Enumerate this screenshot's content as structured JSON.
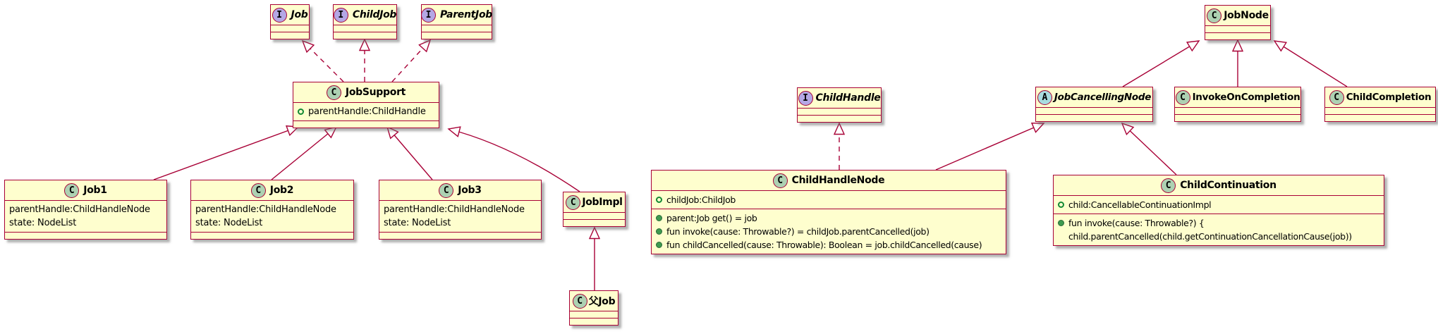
{
  "diagram": {
    "kind": "uml-class-diagram",
    "colors": {
      "box_fill": "#FEFECE",
      "box_border": "#A80036",
      "relation_line": "#A80036",
      "spot_class": "#ADD1B2",
      "spot_interface": "#B4A7E5",
      "spot_abstract": "#A9DCDF",
      "field_icon": "#128934",
      "method_icon": "#3E9A50"
    },
    "classes": {
      "job": {
        "kind": "I",
        "stereotype": "interface",
        "name": "Job"
      },
      "childjob": {
        "kind": "I",
        "stereotype": "interface",
        "name": "ChildJob"
      },
      "parentjob": {
        "kind": "I",
        "stereotype": "interface",
        "name": "ParentJob"
      },
      "jobnode": {
        "kind": "C",
        "stereotype": "class",
        "name": "JobNode"
      },
      "jobsupport": {
        "kind": "C",
        "stereotype": "class",
        "name": "JobSupport",
        "fields": [
          "parentHandle:ChildHandle"
        ]
      },
      "childhandle": {
        "kind": "I",
        "stereotype": "interface",
        "name": "ChildHandle"
      },
      "jobcancellingnode": {
        "kind": "A",
        "stereotype": "abstract",
        "name": "JobCancellingNode"
      },
      "invokeoncompletion": {
        "kind": "C",
        "stereotype": "class",
        "name": "InvokeOnCompletion"
      },
      "childcompletion": {
        "kind": "C",
        "stereotype": "class",
        "name": "ChildCompletion"
      },
      "job1": {
        "kind": "C",
        "stereotype": "class",
        "name": "Job1",
        "fields": [
          "parentHandle:ChildHandleNode",
          "state: NodeList"
        ]
      },
      "job2": {
        "kind": "C",
        "stereotype": "class",
        "name": "Job2",
        "fields": [
          "parentHandle:ChildHandleNode",
          "state: NodeList"
        ]
      },
      "job3": {
        "kind": "C",
        "stereotype": "class",
        "name": "Job3",
        "fields": [
          "parentHandle:ChildHandleNode",
          "state: NodeList"
        ]
      },
      "jobimpl": {
        "kind": "C",
        "stereotype": "class",
        "name": "JobImpl"
      },
      "fujob": {
        "kind": "C",
        "stereotype": "class",
        "name": "父Job"
      },
      "childhandlenode": {
        "kind": "C",
        "stereotype": "class",
        "name": "ChildHandleNode",
        "fields": [
          "childJob:ChildJob"
        ],
        "methods": [
          "parent:Job get() = job",
          "fun invoke(cause: Throwable?) = childJob.parentCancelled(job)",
          "fun childCancelled(cause: Throwable): Boolean = job.childCancelled(cause)"
        ]
      },
      "childcontinuation": {
        "kind": "C",
        "stereotype": "class",
        "name": "ChildContinuation",
        "fields": [
          "child:CancellableContinuationImpl"
        ],
        "methods": [
          "fun invoke(cause: Throwable?) {",
          "child.parentCancelled(child.getContinuationCancellationCause(job))"
        ]
      }
    },
    "relations": [
      {
        "from": "JobSupport",
        "to": "Job",
        "type": "implements"
      },
      {
        "from": "JobSupport",
        "to": "ChildJob",
        "type": "implements"
      },
      {
        "from": "JobSupport",
        "to": "ParentJob",
        "type": "implements"
      },
      {
        "from": "Job1",
        "to": "JobSupport",
        "type": "extends"
      },
      {
        "from": "Job2",
        "to": "JobSupport",
        "type": "extends"
      },
      {
        "from": "Job3",
        "to": "JobSupport",
        "type": "extends"
      },
      {
        "from": "JobImpl",
        "to": "JobSupport",
        "type": "extends"
      },
      {
        "from": "父Job",
        "to": "JobImpl",
        "type": "extends"
      },
      {
        "from": "ChildHandleNode",
        "to": "ChildHandle",
        "type": "implements"
      },
      {
        "from": "ChildHandleNode",
        "to": "JobCancellingNode",
        "type": "extends"
      },
      {
        "from": "ChildContinuation",
        "to": "JobCancellingNode",
        "type": "extends"
      },
      {
        "from": "JobCancellingNode",
        "to": "JobNode",
        "type": "extends"
      },
      {
        "from": "InvokeOnCompletion",
        "to": "JobNode",
        "type": "extends"
      },
      {
        "from": "ChildCompletion",
        "to": "JobNode",
        "type": "extends"
      }
    ]
  }
}
